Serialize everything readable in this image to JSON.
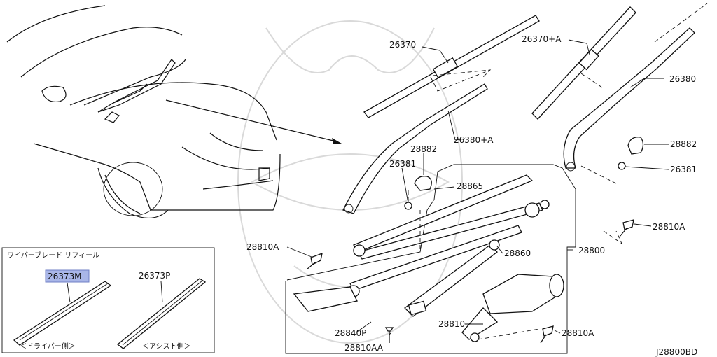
{
  "diagram_code": "J28800BD",
  "refill_box": {
    "title": "ワイパーブレード リフィール",
    "highlight_color": "#a9b6e8",
    "driver": {
      "part": "26373M",
      "caption": "＜ドライバー側＞"
    },
    "assist": {
      "part": "26373P",
      "caption": "＜アシスト側＞"
    }
  },
  "callouts": {
    "c26370": "26370",
    "c26370A": "26370+A",
    "c26380": "26380",
    "c26380A": "26380+A",
    "c28882_left": "28882",
    "c28882_right": "28882",
    "c26381_left": "26381",
    "c26381_right": "26381",
    "c28865": "28865",
    "c28810A_left": "28810A",
    "c28810A_right": "28810A",
    "c28810A_bottom": "28810A",
    "c28800": "28800",
    "c28860": "28860",
    "c28840P": "28840P",
    "c28810AA": "28810AA",
    "c28810": "28810"
  }
}
